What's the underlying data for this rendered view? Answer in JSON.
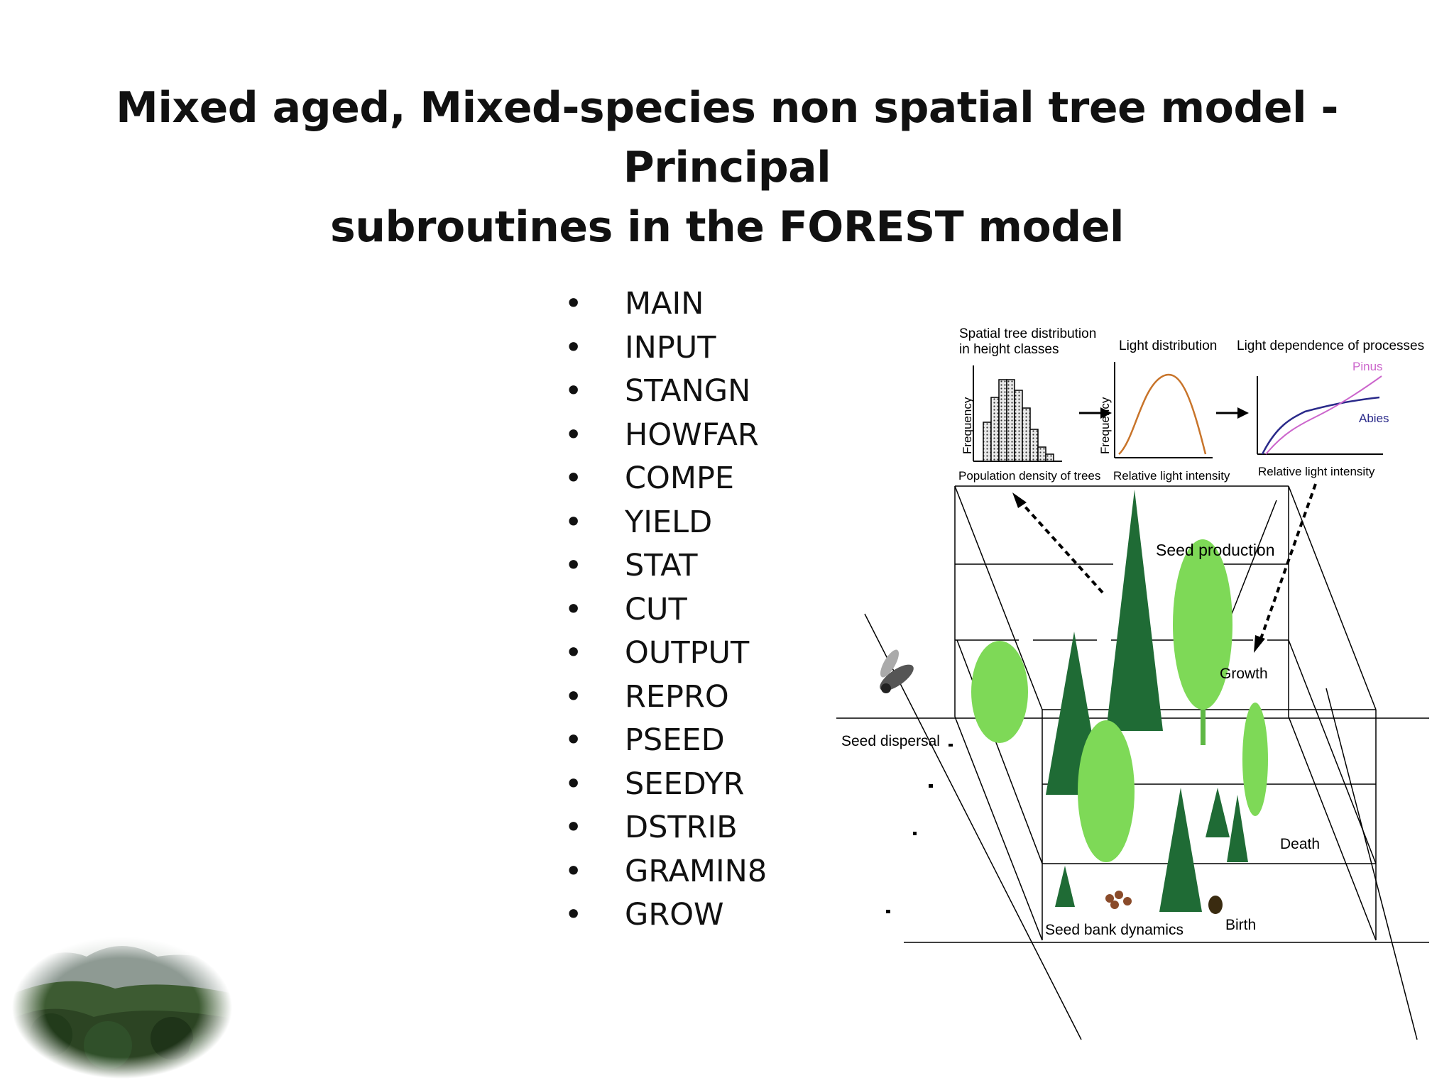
{
  "slide": {
    "title_line1": "Mixed aged, Mixed-species non spatial tree model - Principal",
    "title_line2": "subroutines in the FOREST model",
    "bullet_symbol": "•",
    "subroutines": [
      "MAIN",
      "INPUT",
      "STANGN",
      "HOWFAR",
      "COMPE",
      "YIELD",
      "STAT",
      "CUT",
      "OUTPUT",
      "REPRO",
      "PSEED",
      "SEEDYR",
      "DSTRIB",
      "GRAMIN8",
      "GROW"
    ]
  },
  "diagram": {
    "panel1_title_l1": "Spatial tree distribution",
    "panel1_title_l2": "in height classes",
    "panel1_ylabel": "Frequency",
    "panel1_xlabel": "Population density of trees",
    "panel2_title": "Light distribution",
    "panel2_ylabel": "Frequency",
    "panel2_xlabel": "Relative light intensity",
    "panel3_title": "Light dependence of processes",
    "panel3_xlabel": "Relative light intensity",
    "series_pinus": "Pinus",
    "series_abies": "Abies",
    "label_seed_production": "Seed production",
    "label_growth": "Growth",
    "label_seed_dispersal": "Seed dispersal",
    "label_death": "Death",
    "label_seed_bank": "Seed bank dynamics",
    "label_birth": "Birth",
    "colors": {
      "tree_light": "#7ed957",
      "tree_dark": "#1f6b35",
      "pinus_line": "#cc66cc",
      "abies_line": "#2a2a8a",
      "light_curve": "#c8742a"
    }
  }
}
